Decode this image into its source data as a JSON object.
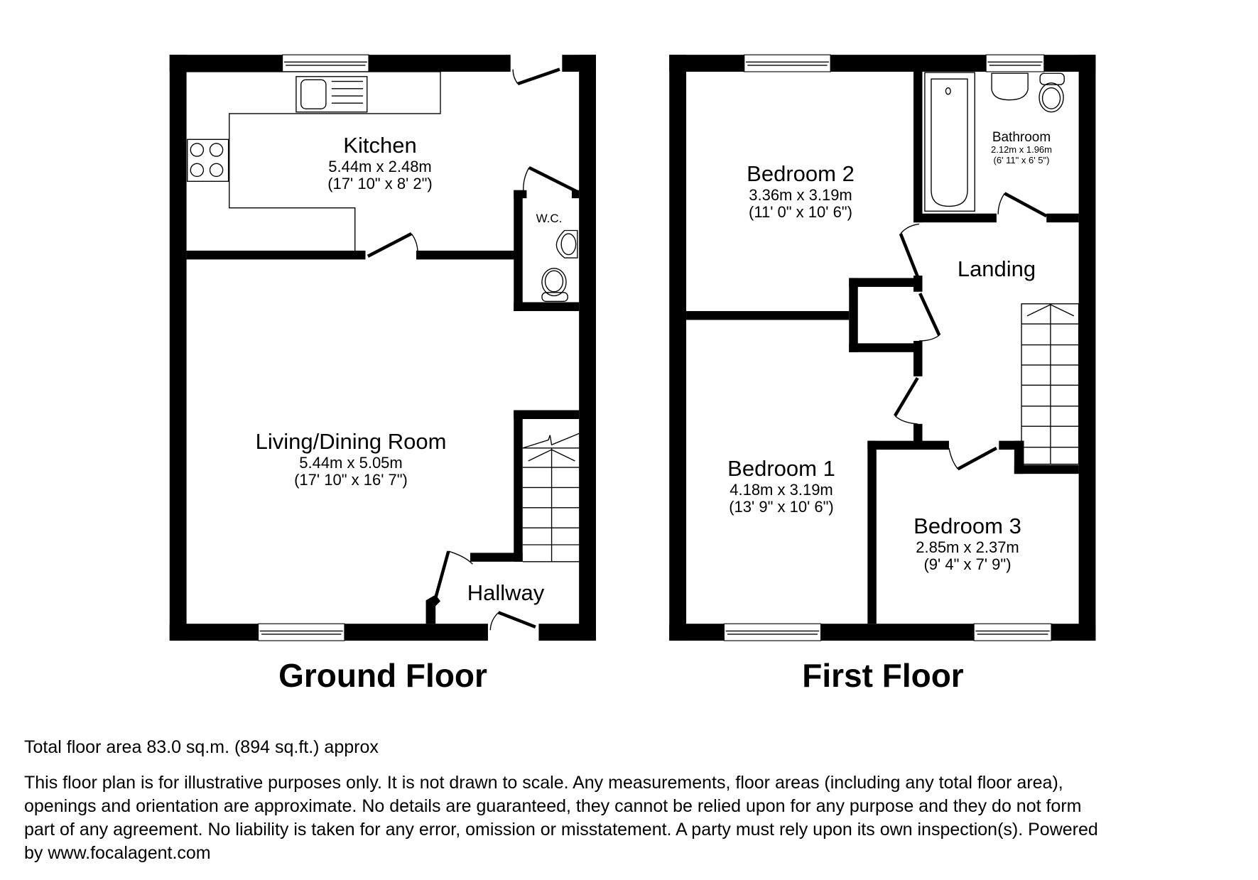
{
  "floors": [
    {
      "title": "Ground Floor",
      "rooms": [
        {
          "name": "Kitchen",
          "dim_metric": "5.44m x 2.48m",
          "dim_imperial": "(17' 10\" x 8' 2\")"
        },
        {
          "name": "W.C.",
          "dim_metric": "",
          "dim_imperial": ""
        },
        {
          "name": "Living/Dining Room",
          "dim_metric": "5.44m x 5.05m",
          "dim_imperial": "(17' 10\" x 16' 7\")"
        },
        {
          "name": "Hallway",
          "dim_metric": "",
          "dim_imperial": ""
        }
      ]
    },
    {
      "title": "First Floor",
      "rooms": [
        {
          "name": "Bedroom 2",
          "dim_metric": "3.36m x 3.19m",
          "dim_imperial": "(11' 0\" x 10' 6\")"
        },
        {
          "name": "Bathroom",
          "dim_metric": "2.12m x 1.96m",
          "dim_imperial": "(6' 11\" x 6' 5\")"
        },
        {
          "name": "Landing",
          "dim_metric": "",
          "dim_imperial": ""
        },
        {
          "name": "Bedroom 1",
          "dim_metric": "4.18m x 3.19m",
          "dim_imperial": "(13' 9\" x 10' 6\")"
        },
        {
          "name": "Bedroom 3",
          "dim_metric": "2.85m x 2.37m",
          "dim_imperial": "(9' 4\" x 7' 9\")"
        }
      ]
    }
  ],
  "footer": {
    "total_area": "Total floor area 83.0 sq.m. (894 sq.ft.) approx",
    "disclaimer_lines": [
      "This floor plan is for illustrative purposes only. It is not drawn to scale. Any measurements, floor areas (including any total floor area),",
      "openings and orientation are approximate. No details are guaranteed, they cannot be relied upon for any purpose and they do not form",
      "part of any agreement. No liability is taken for any error, omission or misstatement. A party must rely upon its own inspection(s). Powered",
      "by www.focalagent.com"
    ]
  },
  "colors": {
    "wall": "#000000",
    "background": "#ffffff"
  }
}
